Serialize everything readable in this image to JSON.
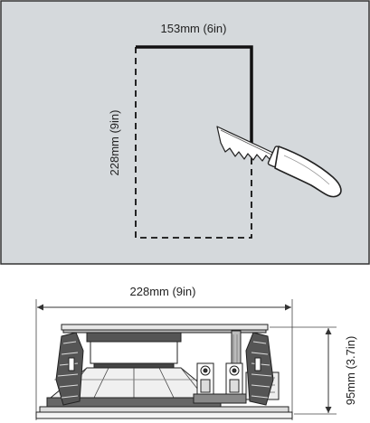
{
  "cutout": {
    "width_label": "153mm (6in)",
    "height_label": "228mm (9in)"
  },
  "speaker": {
    "diameter_label": "228mm (9in)",
    "depth_label": "95mm (3.7in)"
  },
  "colors": {
    "wall": "#d5d9dc",
    "wall_border": "#333333",
    "cut_line": "#111111",
    "knife_handle": "#ffffff"
  },
  "icons": {
    "tool": "utility-knife-icon"
  }
}
